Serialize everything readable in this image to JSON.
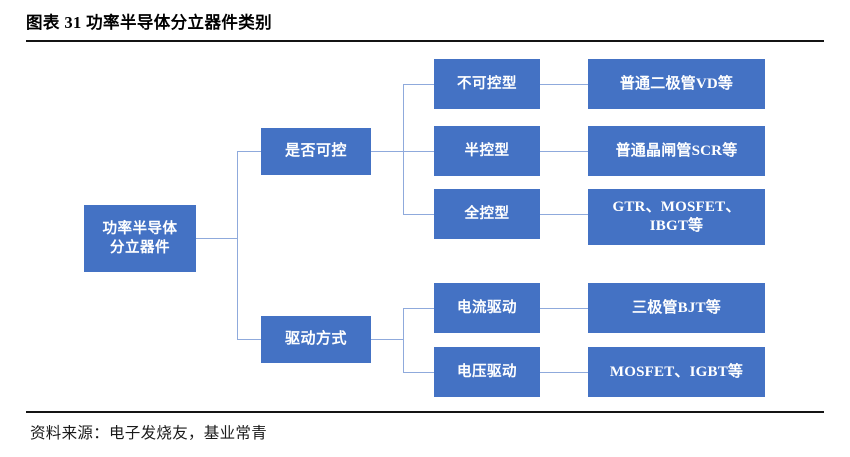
{
  "header": {
    "title": "图表 31  功率半导体分立器件类别"
  },
  "footer": {
    "source": "资料来源：电子发烧友，基业常青"
  },
  "colors": {
    "node_fill": "#4472C4",
    "node_text": "#FFFFFF",
    "connector": "#8FAADC",
    "rule": "#141414",
    "background": "#FFFFFF"
  },
  "diagram": {
    "type": "tree",
    "orientation": "left-to-right",
    "root": {
      "id": "root",
      "label": "功率半导体\n分立器件"
    },
    "branches": [
      {
        "id": "branch-controllability",
        "label": "是否可控",
        "children": [
          {
            "id": "node-uncontrolled",
            "label": "不可控型",
            "device": {
              "id": "leaf-diode",
              "label": "普通二极管VD等"
            }
          },
          {
            "id": "node-semicontrolled",
            "label": "半控型",
            "device": {
              "id": "leaf-scr",
              "label": "普通晶闸管SCR等"
            }
          },
          {
            "id": "node-fullycontrolled",
            "label": "全控型",
            "device": {
              "id": "leaf-gtr-mosfet-ibgt",
              "label": "GTR、MOSFET、\nIBGT等"
            }
          }
        ]
      },
      {
        "id": "branch-drivemode",
        "label": "驱动方式",
        "children": [
          {
            "id": "node-current-driven",
            "label": "电流驱动",
            "device": {
              "id": "leaf-bjt",
              "label": "三极管BJT等"
            }
          },
          {
            "id": "node-voltage-driven",
            "label": "电压驱动",
            "device": {
              "id": "leaf-mosfet-igbt",
              "label": "MOSFET、IGBT等"
            }
          }
        ]
      }
    ]
  }
}
